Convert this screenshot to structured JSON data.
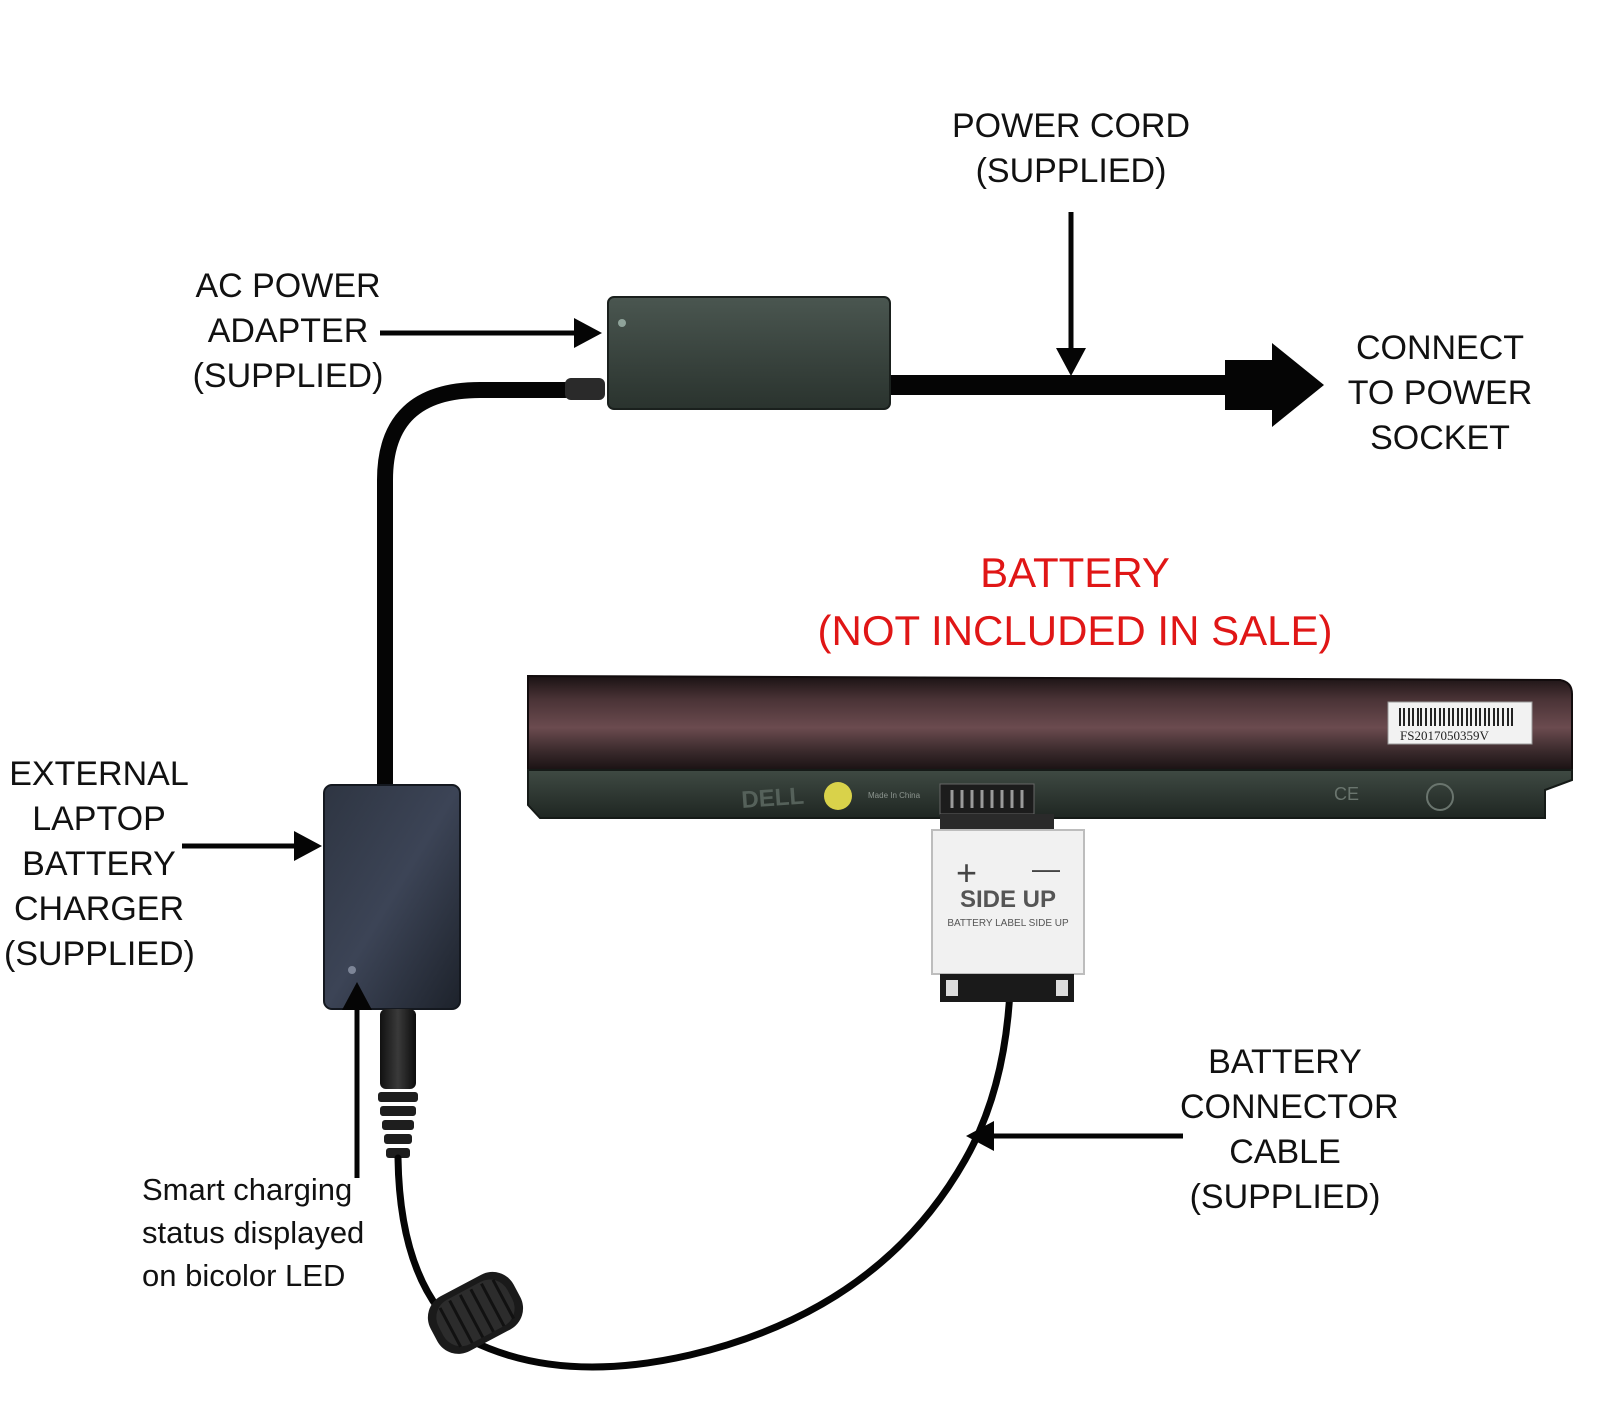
{
  "labels": {
    "power_cord": [
      "POWER CORD",
      "(SUPPLIED)"
    ],
    "ac_adapter": [
      "AC POWER",
      "ADAPTER",
      "(SUPPLIED)"
    ],
    "connect_socket": [
      "CONNECT",
      "TO POWER",
      "SOCKET"
    ],
    "battery_title": [
      "BATTERY",
      "(NOT INCLUDED IN SALE)"
    ],
    "external_charger": [
      "EXTERNAL",
      "LAPTOP",
      "BATTERY",
      "CHARGER",
      "(SUPPLIED)"
    ],
    "connector_cable": [
      "BATTERY",
      "CONNECTOR",
      "CABLE",
      "(SUPPLIED)"
    ],
    "led_note": [
      "Smart charging",
      "status displayed",
      "on bicolor LED"
    ]
  },
  "battery": {
    "barcode_text": "FS2017050359V",
    "brand_mark": "DELL",
    "made_in": "Made In China",
    "ce_mark": "CE"
  },
  "connector": {
    "plus": "+",
    "minus": "—",
    "side_up": "SIDE UP",
    "label_side_up": "BATTERY LABEL SIDE UP"
  },
  "colors": {
    "label_red": "#e01616",
    "battery_body": "#2b1e1f",
    "cable": "#050505"
  }
}
